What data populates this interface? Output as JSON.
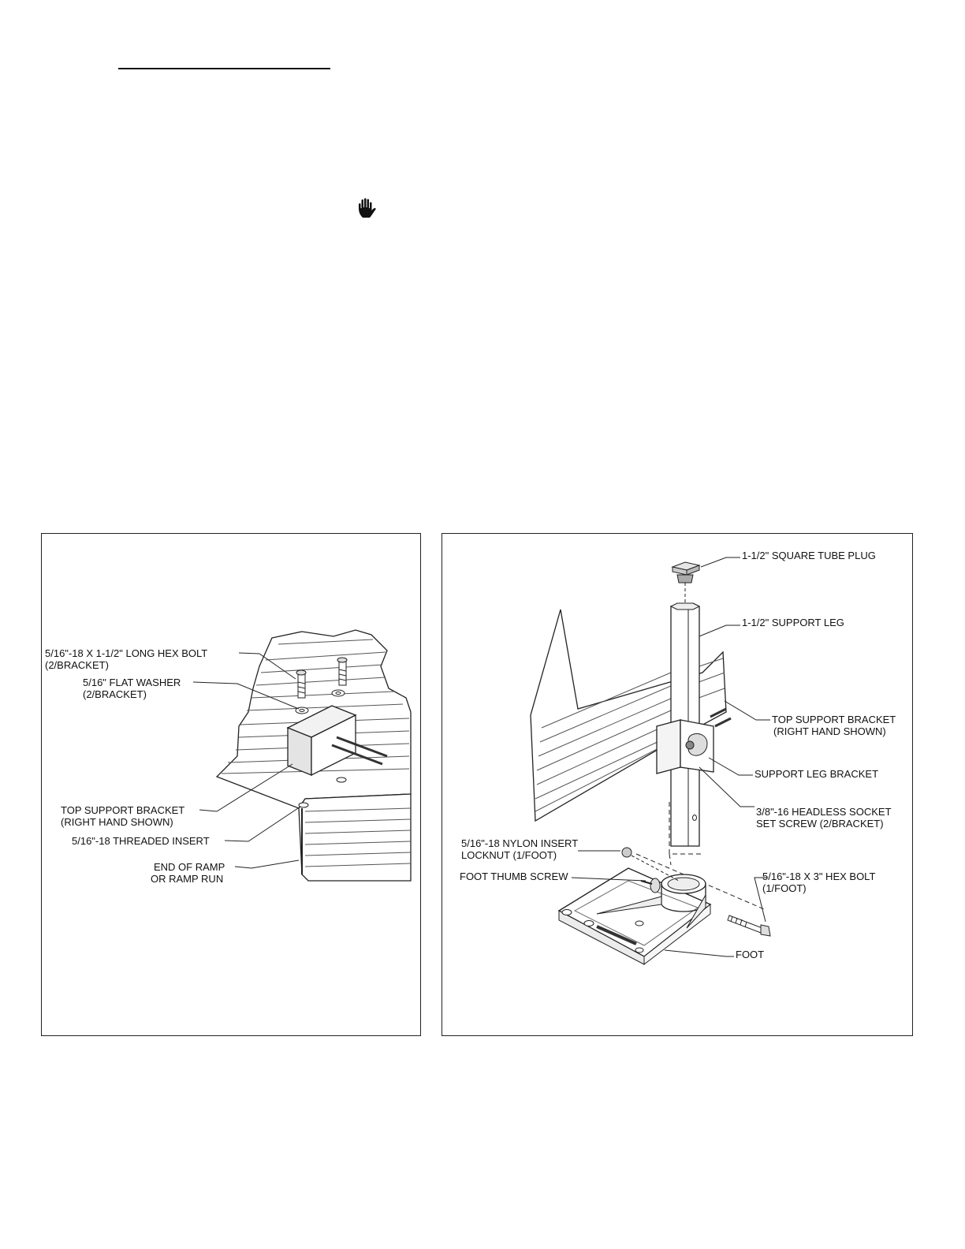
{
  "figures": {
    "left": {
      "labels": {
        "hex_bolt_line1": "5/16\"-18 X 1-1/2\" LONG HEX BOLT",
        "hex_bolt_line2": "(2/BRACKET)",
        "flat_washer_line1": "5/16\" FLAT WASHER",
        "flat_washer_line2": "(2/BRACKET)",
        "top_support_bracket_line1": "TOP SUPPORT BRACKET",
        "top_support_bracket_line2": "(RIGHT HAND SHOWN)",
        "threaded_insert": "5/16\"-18 THREADED INSERT",
        "end_of_ramp_line1": "END OF RAMP",
        "end_of_ramp_line2": "OR RAMP RUN"
      }
    },
    "right": {
      "labels": {
        "tube_plug": "1-1/2\" SQUARE TUBE PLUG",
        "support_leg": "1-1/2\" SUPPORT LEG",
        "top_support_bracket_line1": "TOP SUPPORT BRACKET",
        "top_support_bracket_line2": "(RIGHT HAND SHOWN)",
        "support_leg_bracket": "SUPPORT LEG BRACKET",
        "set_screw_line1": "3/8\"-16 HEADLESS SOCKET",
        "set_screw_line2": "SET SCREW (2/BRACKET)",
        "locknut_line1": "5/16\"-18 NYLON INSERT",
        "locknut_line2": "LOCKNUT (1/FOOT)",
        "thumb_screw": "FOOT THUMB SCREW",
        "hex_bolt_line1": "5/16\"-18 X 3\" HEX BOLT",
        "hex_bolt_line2": "(1/FOOT)",
        "foot": "FOOT"
      }
    }
  },
  "icons": {
    "warning_hand": "hand-stop-icon"
  }
}
